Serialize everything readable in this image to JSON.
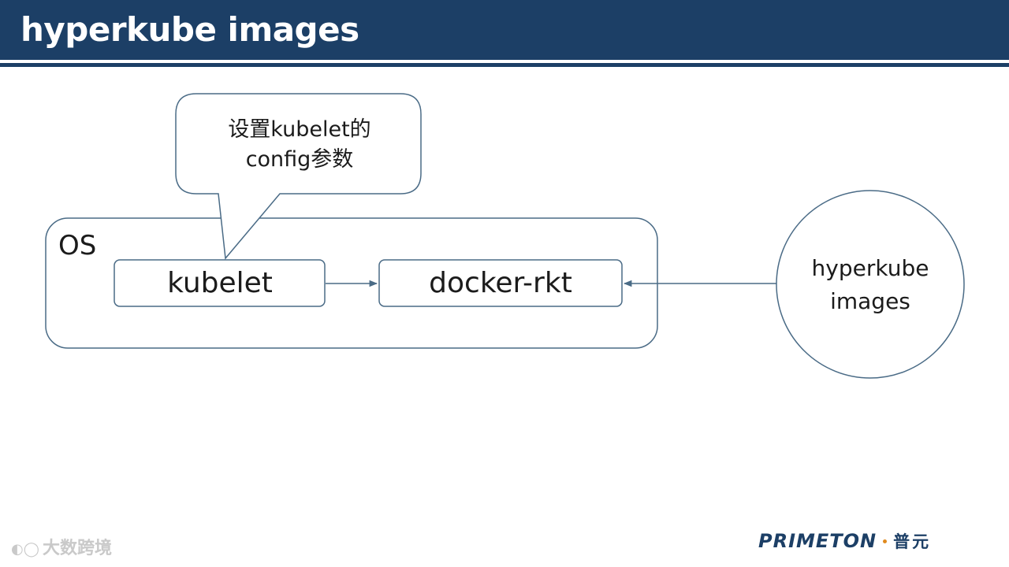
{
  "header": {
    "title": "hyperkube images"
  },
  "diagram": {
    "callout_text": "设置kubelet的config参数",
    "os_label": "OS",
    "kubelet_label": "kubelet",
    "docker_label": "docker-rkt",
    "images_label": "hyperkube images"
  },
  "footer": {
    "watermark_text": "大数跨境",
    "logo_text": "PRIMETON",
    "logo_cn": "普元"
  },
  "colors": {
    "header_bg": "#1c3f66",
    "stroke": "#4a6b86",
    "logo_accent": "#e08a1e"
  }
}
